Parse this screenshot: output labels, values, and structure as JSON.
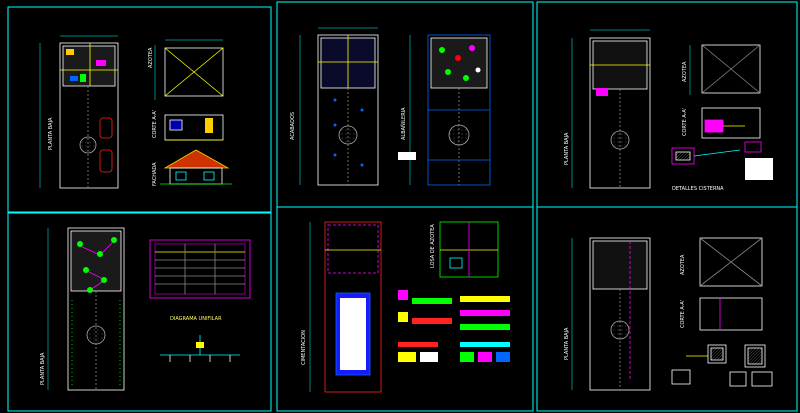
{
  "drawing": {
    "background": "#000000",
    "frame_color": "#00ffff",
    "sheets": [
      {
        "id": "sheet-1",
        "labels": [
          {
            "name": "planta-baja-label",
            "text": "PLANTA BAJA"
          },
          {
            "name": "azotea-label",
            "text": "AZOTEA"
          },
          {
            "name": "cortes-label",
            "text": "CORTE A-A'"
          },
          {
            "name": "fachada-label",
            "text": "FACHADA"
          }
        ]
      },
      {
        "id": "sheet-2",
        "labels": [
          {
            "name": "acabados-label",
            "text": "ACABADOS"
          },
          {
            "name": "albanileria-label",
            "text": "ALBAÑILERIA"
          }
        ]
      },
      {
        "id": "sheet-3",
        "labels": [
          {
            "name": "planta-baja-label",
            "text": "PLANTA BAJA"
          },
          {
            "name": "azotea-label",
            "text": "AZOTEA"
          },
          {
            "name": "cortes-label",
            "text": "CORTE A-A'"
          },
          {
            "name": "detalles-cisterna-label",
            "text": "DETALLES CISTERNA"
          }
        ]
      },
      {
        "id": "sheet-4",
        "labels": [
          {
            "name": "planta-baja-label",
            "text": "PLANTA BAJA"
          },
          {
            "name": "diagrama-unifilar-label",
            "text": "DIAGRAMA UNIFILAR"
          }
        ]
      },
      {
        "id": "sheet-5",
        "labels": [
          {
            "name": "cimentacion-label",
            "text": "CIMENTACION"
          },
          {
            "name": "losa-azotea-label",
            "text": "LOSA DE AZOTEA"
          }
        ]
      },
      {
        "id": "sheet-6",
        "labels": [
          {
            "name": "planta-baja-label",
            "text": "PLANTA BAJA"
          },
          {
            "name": "azotea-label",
            "text": "AZOTEA"
          },
          {
            "name": "cortes-label",
            "text": "CORTE A-A'"
          }
        ]
      }
    ]
  }
}
